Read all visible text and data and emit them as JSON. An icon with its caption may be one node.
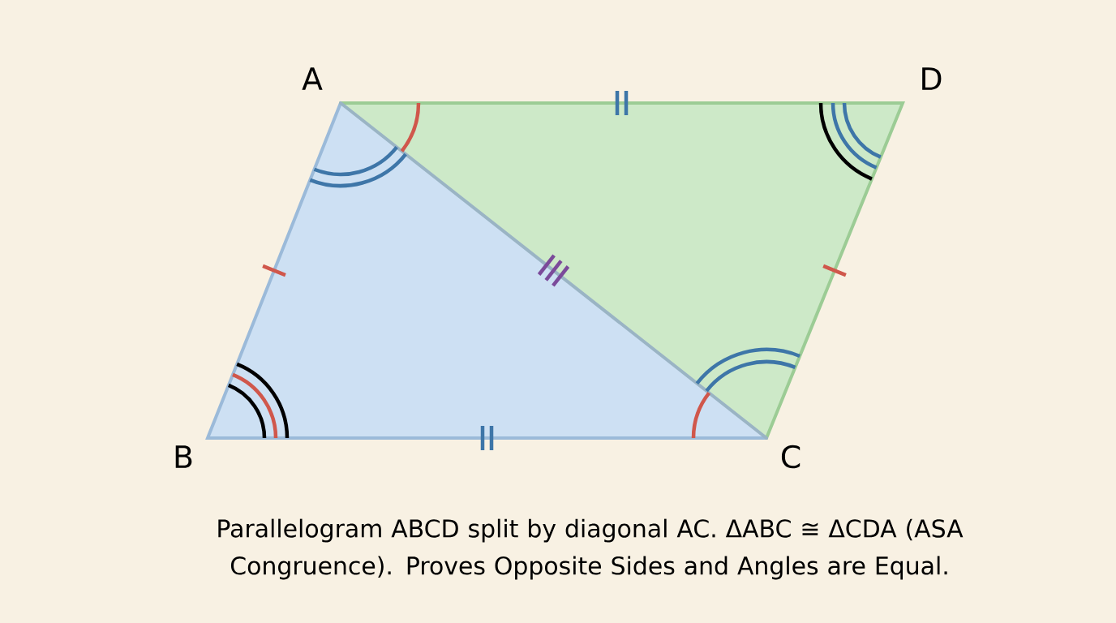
{
  "diagram": {
    "caption": "Parallelogram ABCD split by diagonal AC. ΔABC ≅ ΔCDA (ASA Congruence). Proves Opposite Sides and Angles are Equal.",
    "labels": [
      "A",
      "D",
      "B",
      "C"
    ]
  }
}
